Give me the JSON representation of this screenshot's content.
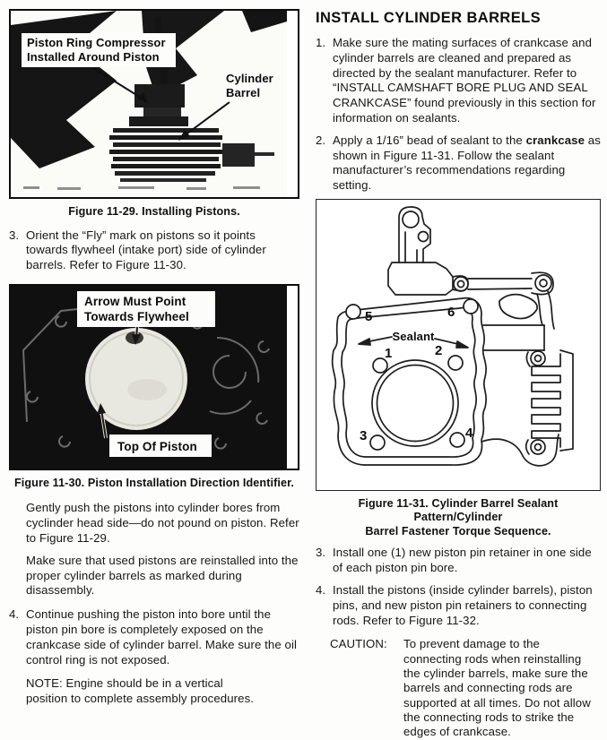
{
  "left_column": {
    "step3_num": "3.",
    "step3_text": "Orient the “Fly” mark on pistons so it points towards flywheel (intake port) side of cylinder barrels. Refer to Figure 11-30.",
    "para1": "Gently push the pistons into cylinder bores from cyclinder head side—do not pound on piston. Refer to Figure 11-29.",
    "para2": "Make sure that used pistons are reinstalled into the proper cylinder barrels as marked during disassembly.",
    "step4_num": "4.",
    "step4_text": "Continue pushing the piston into bore until the piston pin bore is completely exposed on the crankcase side of cylinder barrel. Make sure the oil control ring is not exposed.",
    "note_text": "NOTE: Engine should be in a vertical position to complete assembly procedures."
  },
  "right_column": {
    "heading": "INSTALL CYLINDER BARRELS",
    "step1_num": "1.",
    "step1_text": "Make sure the mating surfaces of crankcase and cylinder barrels are cleaned and prepared as directed by the sealant manufacturer. Refer to “INSTALL CAMSHAFT BORE PLUG AND SEAL CRANKCASE” found previously in this section for information on sealants.",
    "step2_num": "2.",
    "step2_pre": "Apply a 1/16” bead of sealant to the ",
    "step2_bold": "crankcase",
    "step2_post": " as shown in Figure 11-31. Follow the sealant manufacturer’s recommendations regarding setting.",
    "step3_num": "3.",
    "step3_text": "Install one (1) new piston pin retainer in one side of each piston pin bore.",
    "step4_num": "4.",
    "step4_text": "Install the pistons (inside cylinder barrels), piston pins, and new piston pin retainers to connecting rods. Refer to Figure 11-32.",
    "caution_label": "CAUTION:",
    "caution_text": "To prevent damage to the connecting rods when reinstalling the cylinder barrels, make sure the barrels and connecting rods are supported at all times. Do not allow the connecting rods to strike the edges of crankcase."
  },
  "figures": {
    "fig29": {
      "label_compressor_line1": "Piston Ring Compressor",
      "label_compressor_line2": "Installed Around Piston",
      "label_barrel_line1": "Cylinder",
      "label_barrel_line2": "Barrel",
      "caption": "Figure 11-29. Installing Pistons."
    },
    "fig30": {
      "label_arrow_line1": "Arrow Must Point",
      "label_arrow_line2": "Towards Flywheel",
      "label_piston": "Top Of Piston",
      "caption": "Figure 11-30. Piston Installation Direction Identifier."
    },
    "fig31": {
      "sealant_label": "Sealant",
      "nums": [
        "1",
        "2",
        "3",
        "4",
        "5",
        "6"
      ],
      "caption_line1": "Figure 11-31. Cylinder Barrel Sealant Pattern/Cylinder",
      "caption_line2": "Barrel Fastener Torque Sequence."
    }
  }
}
